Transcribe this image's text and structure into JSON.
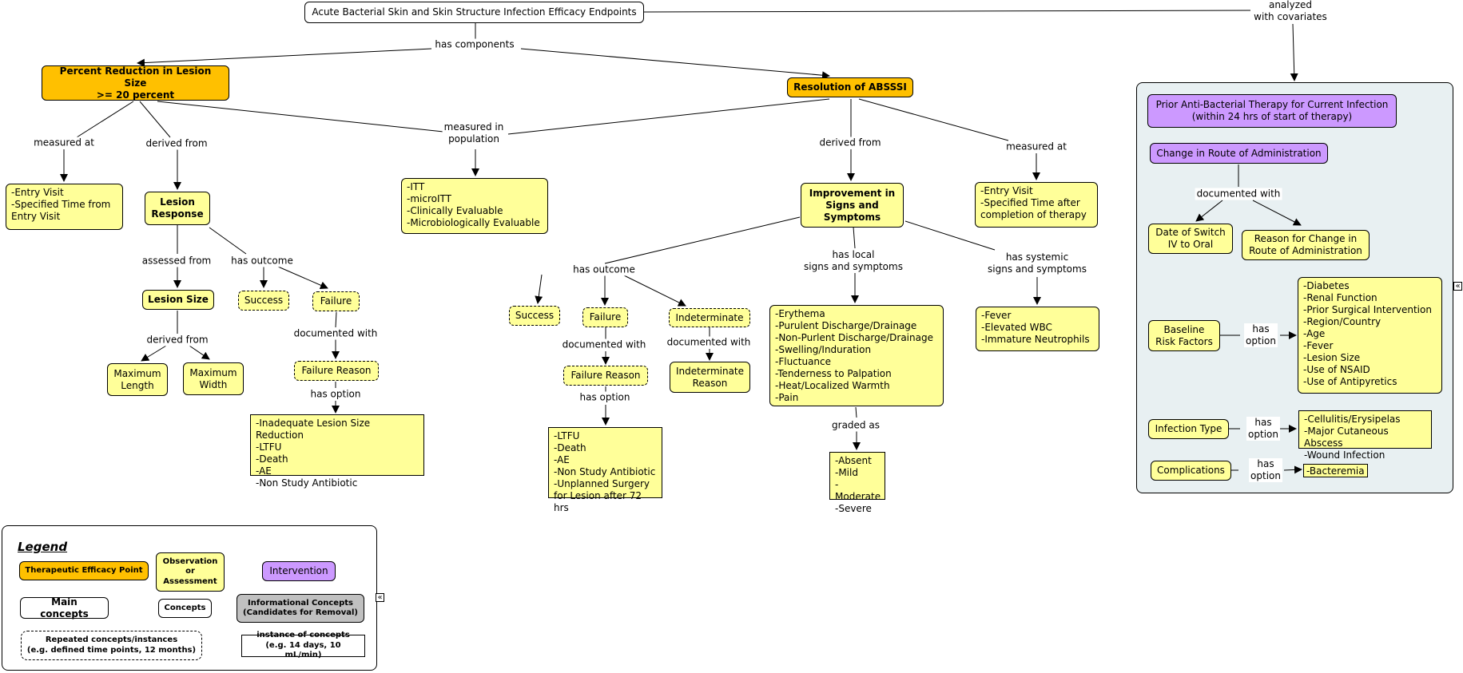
{
  "root": "Acute Bacterial Skin and Skin Structure Infection Efficacy Endpoints",
  "links": {
    "has_components": "has components",
    "analyzed_with_covariates": "analyzed\nwith covariates",
    "measured_at": "measured at",
    "derived_from": "derived from",
    "measured_in_population": "measured in\npopulation",
    "assessed_from": "assessed from",
    "has_outcome": "has outcome",
    "documented_with": "documented with",
    "has_option": "has option",
    "has_option_2line": "has\noption",
    "has_local": "has local\nsigns and symptoms",
    "has_systemic": "has systemic\nsigns and symptoms",
    "graded_as": "graded as"
  },
  "left": {
    "percent_reduction": "Percent Reduction in Lesion Size\n>= 20 percent",
    "entry_visit": "-Entry Visit\n-Specified Time from\nEntry Visit",
    "lesion_response": "Lesion\nResponse",
    "lesion_size": "Lesion Size",
    "success": "Success",
    "failure": "Failure",
    "max_length": "Maximum\nLength",
    "max_width": "Maximum\nWidth",
    "failure_reason": "Failure Reason",
    "failure_options": "-Inadequate Lesion Size Reduction\n-LTFU\n-Death\n-AE\n-Non Study Antibiotic"
  },
  "population": "-ITT\n-microITT\n-Clinically Evaluable\n-Microbiologically Evaluable",
  "right": {
    "resolution": "Resolution of ABSSSI",
    "improvement": "Improvement in\nSigns and\nSymptoms",
    "entry_visit": "-Entry Visit\n-Specified Time after\ncompletion of therapy",
    "success": "Success",
    "failure": "Failure",
    "indeterminate": "Indeterminate",
    "failure_reason": "Failure Reason",
    "indeterminate_reason": "Indeterminate\nReason",
    "failure_options": "-LTFU\n-Death\n-AE\n-Non Study Antibiotic\n-Unplanned Surgery\n for Lesion after 72 hrs",
    "local_signs": "-Erythema\n-Purulent Discharge/Drainage\n-Non-Purlent Discharge/Drainage\n-Swelling/Induration\n-Fluctuance\n-Tenderness to Palpation\n-Heat/Localized Warmth\n-Pain",
    "grades": "-Absent\n-Mild\n-Moderate\n-Severe",
    "systemic_signs": "-Fever\n-Elevated WBC\n-Immature Neutrophils"
  },
  "covariates": {
    "prior_therapy": "Prior Anti-Bacterial Therapy for Current Infection\n(within 24 hrs of start of therapy)",
    "change_route": "Change in Route of Administration",
    "date_switch": "Date of Switch\nIV to Oral",
    "reason_change": "Reason for Change in\nRoute of Administration",
    "baseline": "Baseline\nRisk Factors",
    "baseline_options": "-Diabetes\n-Renal Function\n-Prior Surgical Intervention\n-Region/Country\n-Age\n-Fever\n-Lesion Size\n-Use of NSAID\n-Use of Antipyretics",
    "infection_type": "Infection Type",
    "infection_options": "-Cellulitis/Erysipelas\n-Major Cutaneous Abscess\n-Wound Infection",
    "complications": "Complications",
    "complication_options": "-Bacteremia"
  },
  "legend": {
    "title": "Legend",
    "therapeutic": "Therapeutic Efficacy Point",
    "observation": "Observation\nor\nAssessment",
    "intervention": "Intervention",
    "main_concepts": "Main concepts",
    "concepts": "Concepts",
    "informational": "Informational Concepts\n(Candidates for Removal)",
    "repeated": "Repeated concepts/instances\n(e.g. defined time points, 12 months)",
    "instance": "instance of concepts\n(e.g. 14 days, 10 mL/min)"
  },
  "colors": {
    "efficacy": "#ffc000",
    "observation": "#ffff99",
    "intervention": "#cc99ff",
    "informational": "#c0c0c0",
    "covariate_panel": "#e8f0f2"
  },
  "icons": {
    "collapse": "collapse-icon"
  }
}
